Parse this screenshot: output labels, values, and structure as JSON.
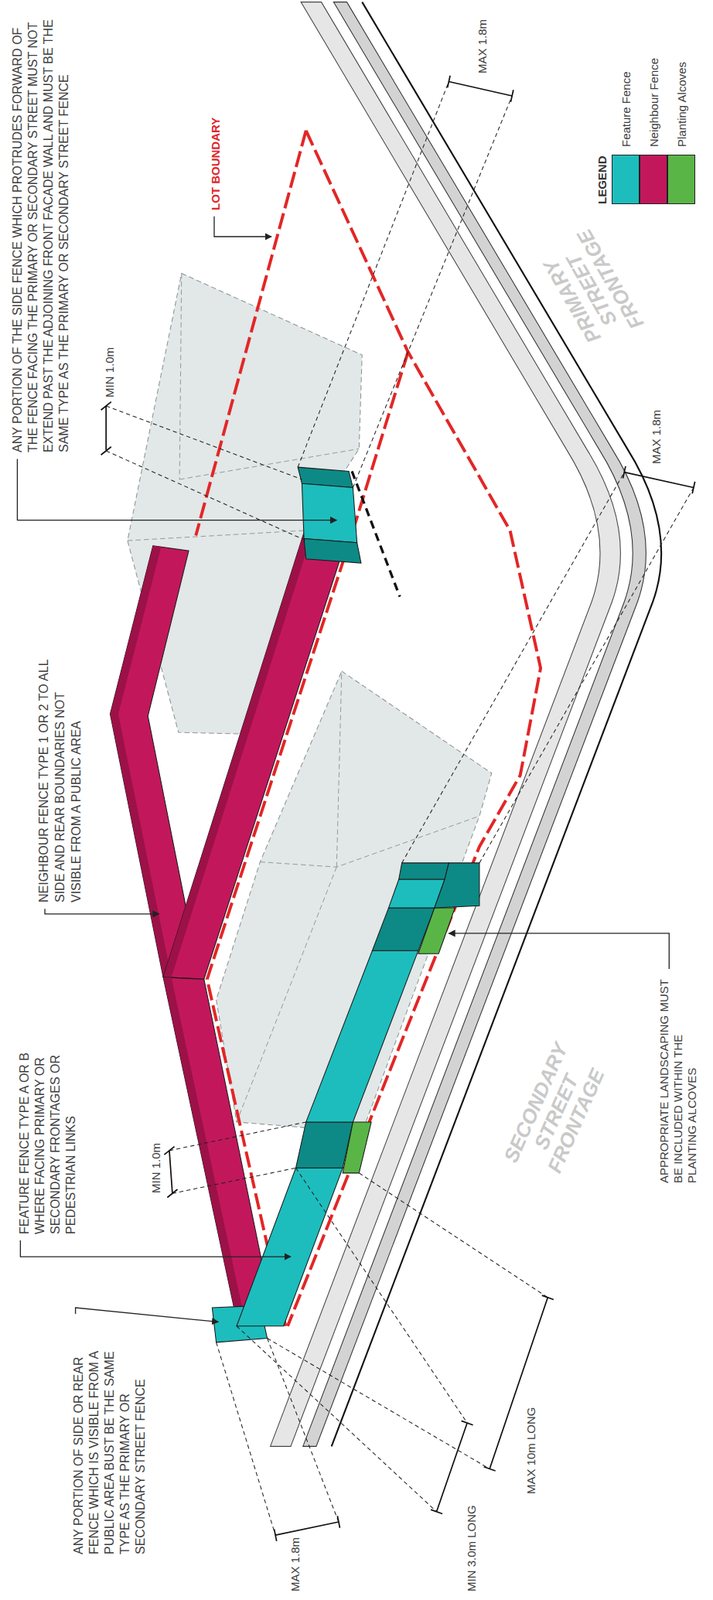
{
  "diagram": {
    "labels": [
      "ANY PORTION OF THE SIDE FENCE WHICH PROTRUDES FORWARD OF THE FENCE FACING THE PRIMARY OR SECONDARY STREET MUST NOT EXTEND PAST THE ADJOINING FRONT FACADE WALL AND MUST BE THE SAME TYPE AS THE PRIMARY OR SECONDARY STREET FENCE",
      "LOT BOUNDARY",
      "MIN 1.0m",
      "MAX 1.8m",
      "PRIMARY STREET FRONTAGE",
      "LEGEND",
      "NEIGHBOUR FENCE TYPE 1 OR 2 TO ALL SIDE AND REAR BOUNDARIES NOT VISIBLE FROM A PUBLIC AREA",
      "MAX 1.8m",
      "FEATURE FENCE TYPE A OR B WHERE FACING PRIMARY OR SECONDARY FRONTAGES OR PEDESTRIAN LINKS",
      "MIN 1.0m",
      "APPROPRIATE LANDSCAPING MUST BE INCLUDED WITHIN THE PLANTING ALCOVES",
      "SECONDARY STREET FRONTAGE",
      "ANY PORTION OF SIDE OR REAR FENCE WHICH IS VISIBLE FROM A PUBLIC AREA BUST BE THE SAME TYPE AS THE PRIMARY OR SECONDARY STREET FENCE",
      "MAX 10m LONG",
      "MAX 1.8m",
      "MIN 3.0m LONG"
    ],
    "legend": [
      {
        "text": "Feature Fence",
        "color": "#1dbdbd"
      },
      {
        "text": "Neighbour Fence",
        "color": "#c2185b"
      },
      {
        "text": "Planting Alcoves",
        "color": "#5ab547"
      }
    ]
  }
}
